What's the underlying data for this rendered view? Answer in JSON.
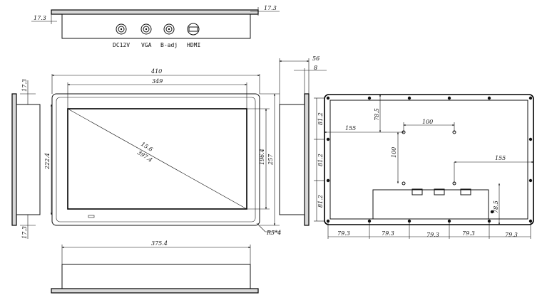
{
  "top_view": {
    "dim_left": "17.3",
    "dim_right": "17.3",
    "connectors": [
      {
        "label": "DC12V",
        "icon": "round-connector-icon"
      },
      {
        "label": "VGA",
        "icon": "round-connector-icon"
      },
      {
        "label": "B-adj",
        "icon": "round-connector-icon"
      },
      {
        "label": "HDMI",
        "icon": "hdmi-port-icon"
      }
    ]
  },
  "front_view": {
    "width_outer": "410",
    "width_inner": "349",
    "height_outer": "257",
    "height_inner": "196.4",
    "diagonal_size": "15.6",
    "diagonal_length": "397.4",
    "corner_radius": "R5*4",
    "side_left_dim": "222.4",
    "side_top_dim": "17.3",
    "side_bottom_dim": "17.3"
  },
  "side_view": {
    "depth": "56",
    "flange": "8"
  },
  "bottom_view": {
    "width": "375.4"
  },
  "rear_view": {
    "vesa_horizontal": "100",
    "vesa_vertical": "100",
    "left_offset": "155",
    "right_offset": "155",
    "top_offset": "78.5",
    "bottom_offset": "78.5",
    "left_spacings": [
      "81.2",
      "81.2",
      "81.2"
    ],
    "bottom_spacings": [
      "79.3",
      "79.3",
      "79.3",
      "79.3",
      "79.3"
    ]
  }
}
